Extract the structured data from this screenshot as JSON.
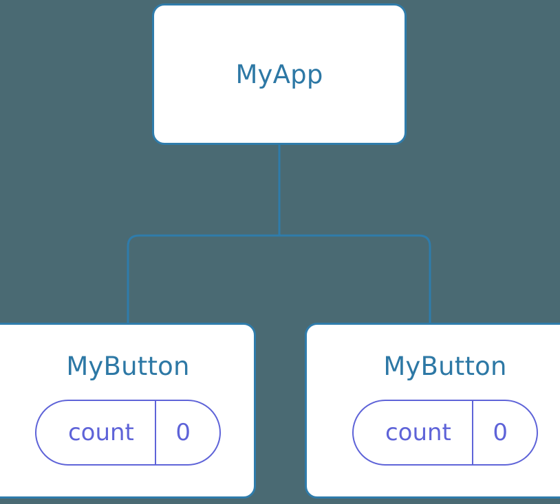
{
  "diagram": {
    "kind": "component-tree",
    "background_color": "#4a6a73",
    "node_border_color": "#2f7cab",
    "node_fill_color": "#ffffff",
    "node_title_color": "#2d78a5",
    "pill_color": "#5e63d8",
    "connector_color": "#2f7cab"
  },
  "root": {
    "title": "MyApp"
  },
  "children": [
    {
      "title": "MyButton",
      "state": {
        "key": "count",
        "value": "0"
      }
    },
    {
      "title": "MyButton",
      "state": {
        "key": "count",
        "value": "0"
      }
    }
  ]
}
